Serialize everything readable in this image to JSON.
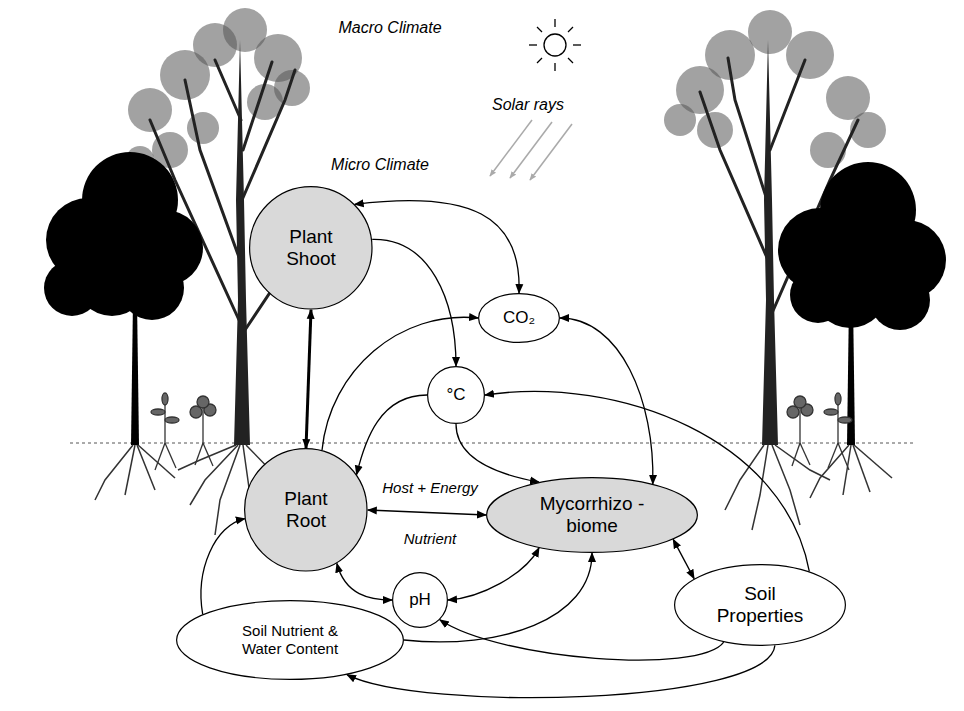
{
  "diagram": {
    "nodes": [
      {
        "text": [
          "Plant Shoot"
        ]
      },
      {
        "text": [
          "CO₂"
        ]
      },
      {
        "text": [
          "°C"
        ]
      },
      {
        "text": [
          "Plant Root"
        ]
      },
      {
        "text": [
          "Mycorrhizo -biome"
        ]
      },
      {
        "text": [
          "pH"
        ]
      },
      {
        "text": [
          "Soil Properties"
        ]
      },
      {
        "text": [
          "Soil Nutrient & Water Content"
        ]
      }
    ],
    "edges": [
      {
        "from": 0,
        "to": 1,
        "arrow": "both"
      },
      {
        "from": 0,
        "to": 2,
        "arrow": "to"
      },
      {
        "from": 0,
        "to": 3,
        "arrow": "both"
      },
      {
        "from": 3,
        "to": 1,
        "arrow": "to"
      },
      {
        "from": 2,
        "to": 3,
        "arrow": "to"
      },
      {
        "from": 2,
        "to": 4,
        "arrow": "to"
      },
      {
        "from": 1,
        "to": 4,
        "arrow": "both"
      },
      {
        "from": 6,
        "to": 2,
        "arrow": "to"
      },
      {
        "from": 3,
        "to": 4,
        "label": "Host + Energy",
        "arrow": "both"
      },
      {
        "from": 3,
        "to": 5,
        "arrow": "both"
      },
      {
        "from": 5,
        "to": 4,
        "arrow": "both"
      },
      {
        "from": 4,
        "to": 6,
        "arrow": "both"
      },
      {
        "from": 7,
        "to": 3,
        "arrow": "to"
      },
      {
        "from": 7,
        "to": 4,
        "arrow": "to"
      },
      {
        "from": 6,
        "to": 5,
        "arrow": "to"
      },
      {
        "from": 6,
        "to": 7,
        "arrow": "to"
      }
    ],
    "labels": [
      "Macro Climate",
      "Solar rays",
      "Micro Climate",
      "Nutrient"
    ]
  }
}
